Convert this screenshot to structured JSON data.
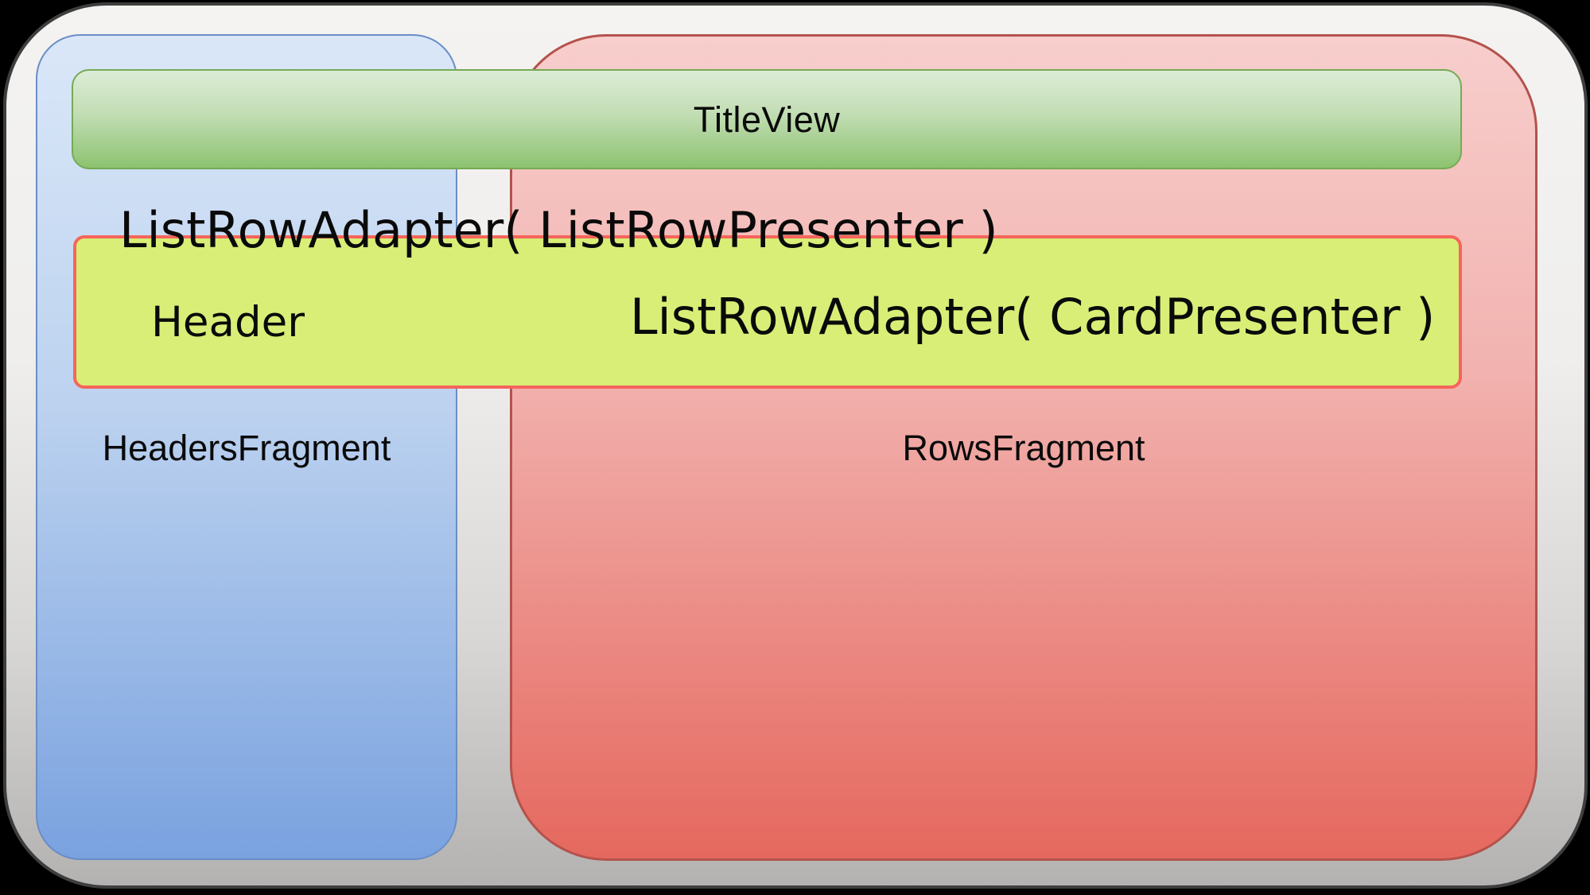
{
  "diagram": {
    "title_bar": {
      "label": "TitleView"
    },
    "adapter_annotation": {
      "label": "ListRowAdapter( ListRowPresenter )"
    },
    "list_row_bar": {
      "header_label": "Header",
      "card_adapter_label": "ListRowAdapter( CardPresenter )"
    },
    "headers_fragment": {
      "label": "HeadersFragment"
    },
    "rows_fragment": {
      "label": "RowsFragment"
    },
    "colors": {
      "background": "#000000",
      "frame_fill_top": "#f4f3f1",
      "frame_fill_bottom": "#b3b2b1",
      "headers_fragment_fill_top": "#dae7f8",
      "headers_fragment_fill_bottom": "#7aa2df",
      "headers_fragment_border": "#6a8ec7",
      "rows_fragment_fill_top": "#f7cecc",
      "rows_fragment_fill_bottom": "#e5685e",
      "rows_fragment_border": "#b4524c",
      "title_bar_fill_top": "#dcecd6",
      "title_bar_fill_bottom": "#8dc370",
      "title_bar_border": "#75aa54",
      "list_row_fill": "#d8ee77",
      "list_row_border": "#f6655c",
      "text": "#0a0a0a"
    }
  }
}
